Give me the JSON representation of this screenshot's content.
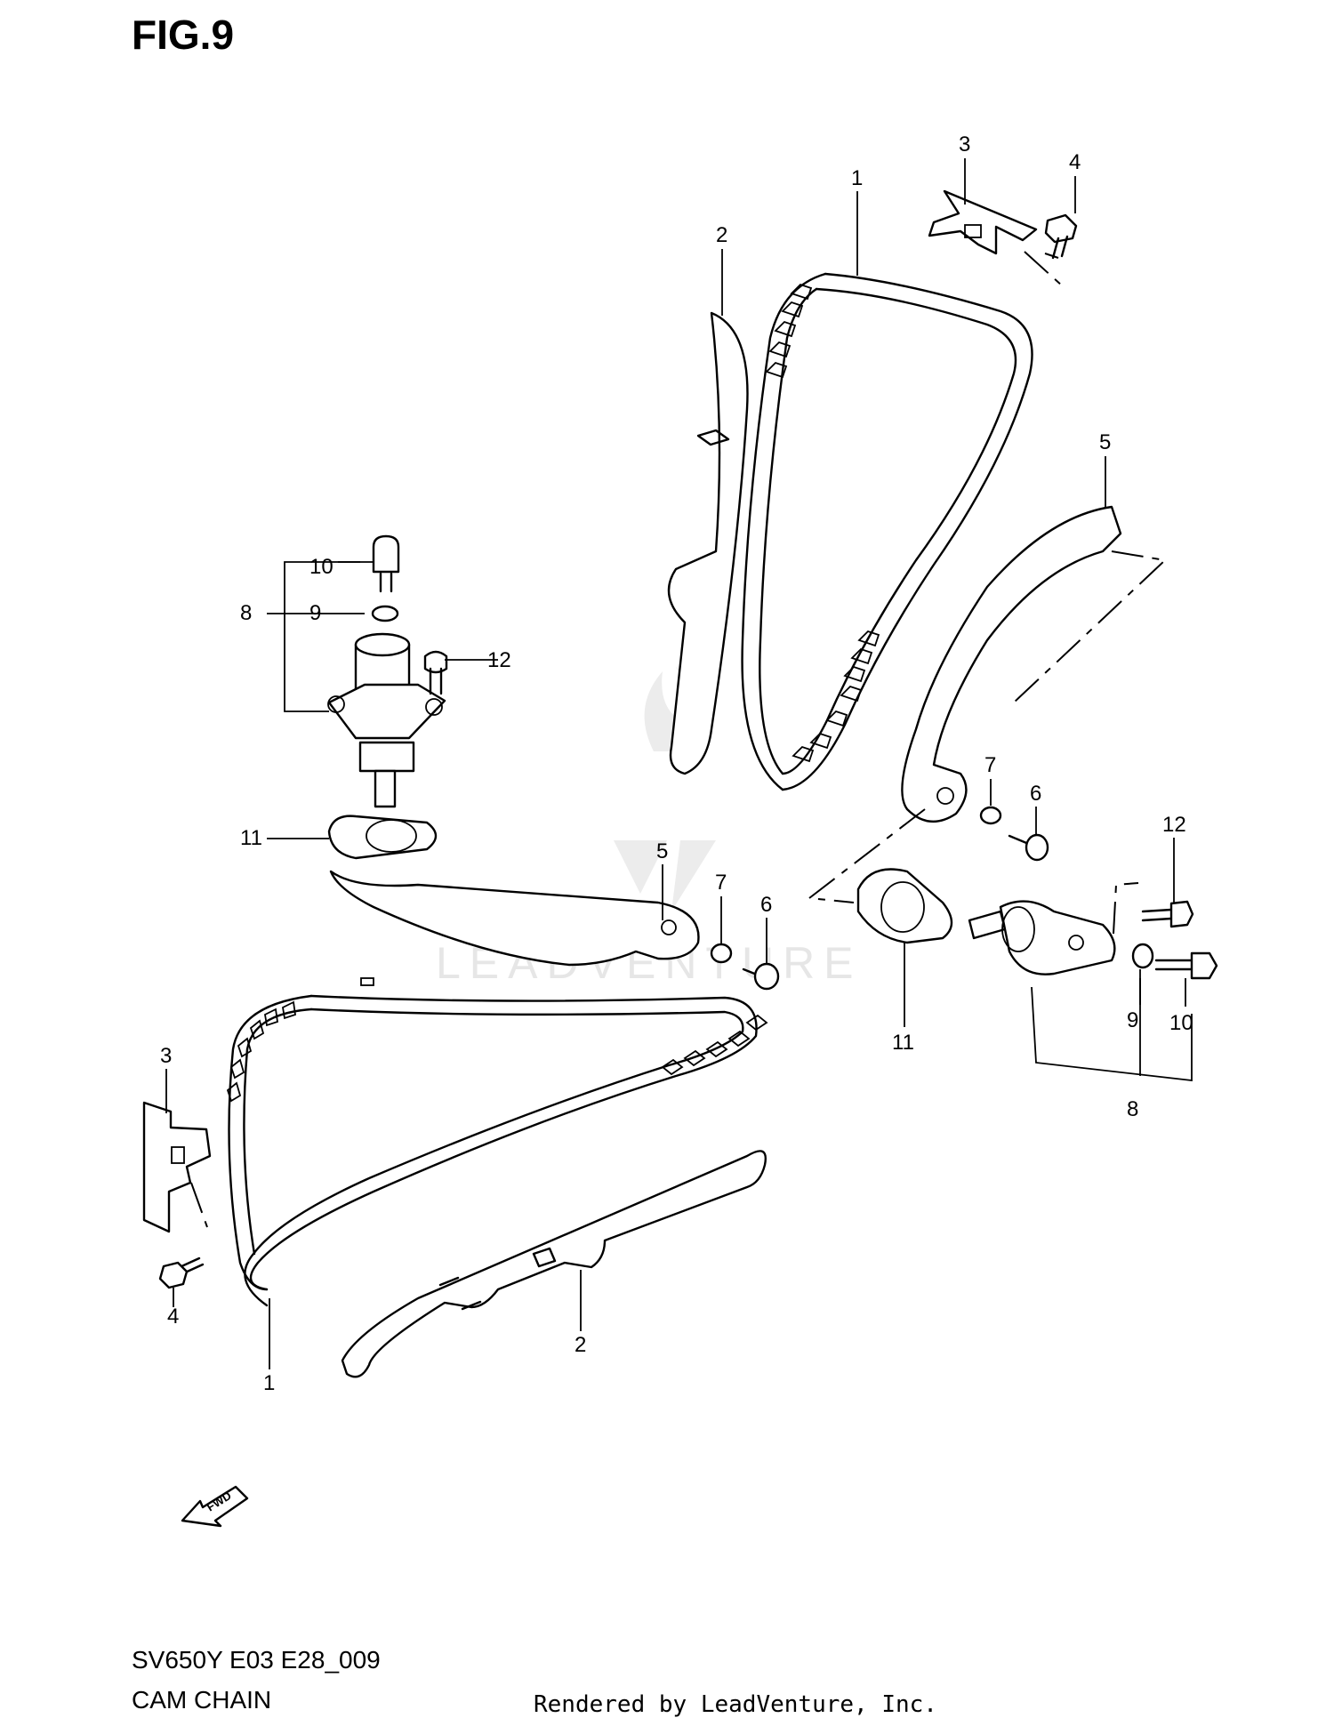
{
  "header": {
    "figure": "FIG.9"
  },
  "footer": {
    "code": "SV650Y E03 E28_009",
    "name": "CAM CHAIN",
    "rendered": "Rendered by LeadVenture, Inc."
  },
  "watermark": {
    "text": "LEADVENTURE"
  },
  "fwd_label": "FWD",
  "callouts": [
    "1",
    "2",
    "3",
    "4",
    "5",
    "6",
    "7",
    "8",
    "9",
    "10",
    "11",
    "12"
  ]
}
